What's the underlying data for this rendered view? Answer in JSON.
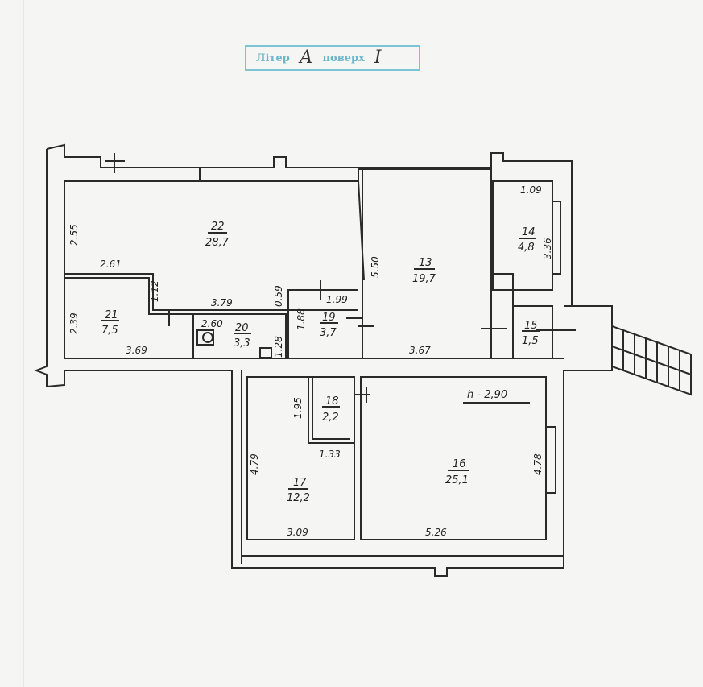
{
  "stamp": {
    "liter_label": "Літер",
    "liter_value": "А",
    "floor_label": "поверх",
    "floor_value": "І"
  },
  "ceiling_height": "h - 2,90",
  "rooms": [
    {
      "number": "22",
      "area": "28,7"
    },
    {
      "number": "21",
      "area": "7,5"
    },
    {
      "number": "20",
      "area": "3,3"
    },
    {
      "number": "19",
      "area": "3,7"
    },
    {
      "number": "13",
      "area": "19,7"
    },
    {
      "number": "14",
      "area": "4,8"
    },
    {
      "number": "15",
      "area": "1,5"
    },
    {
      "number": "18",
      "area": "2,2"
    },
    {
      "number": "17",
      "area": "12,2"
    },
    {
      "number": "16",
      "area": "25,1"
    }
  ],
  "dimensions": [
    "2.55",
    "2.61",
    "1.12",
    "3.79",
    "0.59",
    "2.39",
    "3.69",
    "2.60",
    "1.28",
    "1.88",
    "1.99",
    "5.50",
    "3.67",
    "1.09",
    "3.36",
    "1.95",
    "1.33",
    "4.79",
    "3.09",
    "5.26",
    "4.78"
  ]
}
